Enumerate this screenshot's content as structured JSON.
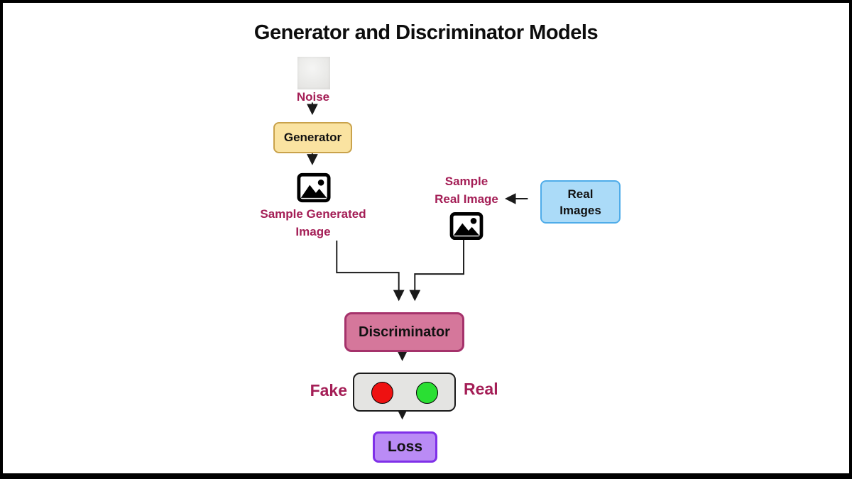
{
  "title": "Generator and Discriminator Models",
  "diagram": {
    "noise": {
      "label": "Noise",
      "icon": "noise-thumbnail"
    },
    "generator": {
      "label": "Generator"
    },
    "sample_generated": {
      "line1": "Sample Generated",
      "line2": "Image",
      "icon": "image-icon"
    },
    "sample_real": {
      "line1": "Sample",
      "line2": "Real Image",
      "icon": "image-icon"
    },
    "real_images": {
      "line1": "Real",
      "line2": "Images"
    },
    "discriminator": {
      "label": "Discriminator"
    },
    "outputs": {
      "fake_label": "Fake",
      "real_label": "Real",
      "fake_indicator": "red-dot",
      "real_indicator": "green-dot"
    },
    "loss": {
      "label": "Loss"
    }
  },
  "colors": {
    "label_text": "#A41E56",
    "generator_fill": "#FAE3A1",
    "generator_border": "#C9A24B",
    "real_images_fill": "#ABDBF8",
    "real_images_border": "#4FACE9",
    "discriminator_fill": "#D5779B",
    "discriminator_border": "#A5326B",
    "loss_fill": "#BA8BF5",
    "loss_border": "#7F30E8",
    "indicator_fill": "#E4E4E2",
    "fake_dot": "#EE1111",
    "real_dot": "#2ADF33",
    "arrow": "#1a1a1a",
    "frame_border": "#000000",
    "background": "#ffffff"
  }
}
